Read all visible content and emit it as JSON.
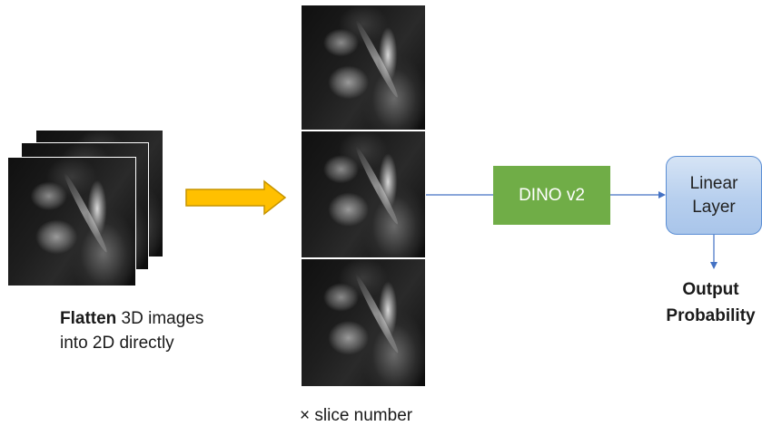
{
  "colors": {
    "dino_fill": "#70ad47",
    "linear_fill": "#b7cfee",
    "linear_border": "#5b8ed4",
    "arrow_big": "#ffc000",
    "arrow_big_border": "#c69400",
    "connector": "#4472c4"
  },
  "left_caption": {
    "bold": "Flatten",
    "rest_line1": " 3D images",
    "line2": "into 2D directly"
  },
  "slice_label": "× slice number",
  "dino_label": "DINO v2",
  "linear_layer": {
    "line1": "Linear",
    "line2": "Layer"
  },
  "output": {
    "line1": "Output",
    "line2": "Probability"
  }
}
